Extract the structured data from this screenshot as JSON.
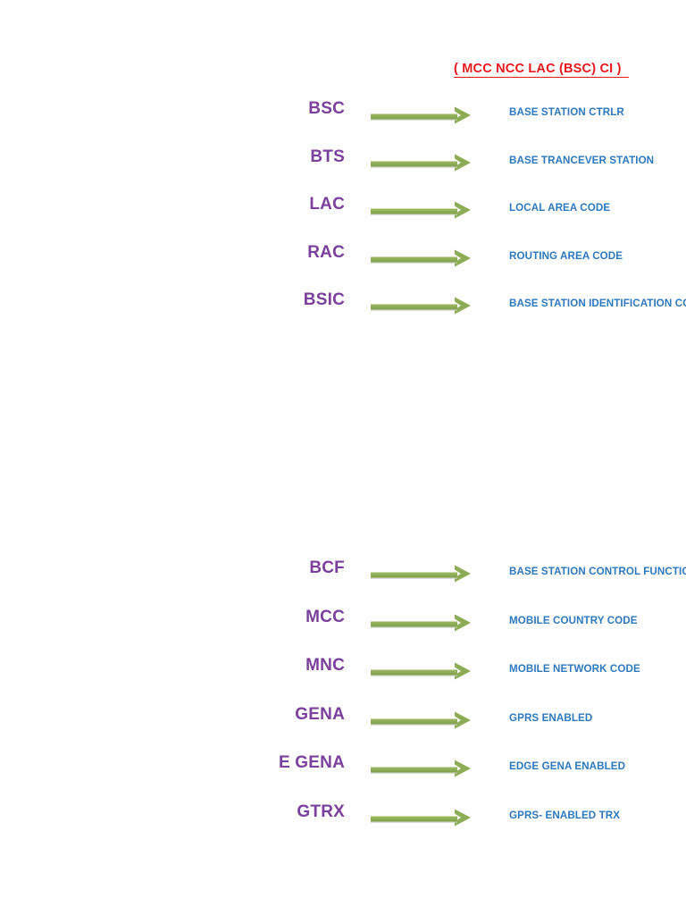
{
  "document": {
    "title": "( MCC NCC LAC (BSC) CI )",
    "colors": {
      "term": "#7B3F9C",
      "description": "#2E78BE",
      "header": "#E8171B",
      "arrow": "#8DAC55",
      "background": "#FFFFFF"
    }
  },
  "sections": [
    {
      "id": "top",
      "rows": [
        {
          "term": "BSC",
          "description": "BASE STATION CTRLR",
          "arrow_icon": "right-arrow-icon"
        },
        {
          "term": "BTS",
          "description": "BASE TRANCEVER STATION",
          "arrow_icon": "right-arrow-icon"
        },
        {
          "term": "LAC",
          "description": "LOCAL AREA CODE",
          "arrow_icon": "right-arrow-icon"
        },
        {
          "term": "RAC",
          "description": "ROUTING AREA CODE",
          "arrow_icon": "right-arrow-icon"
        },
        {
          "term": "BSIC",
          "description": "BASE STATION IDENTIFICATION CODE",
          "arrow_icon": "right-arrow-icon"
        }
      ]
    },
    {
      "id": "bottom",
      "rows": [
        {
          "term": "BCF",
          "description": "BASE STATION CONTROL FUNCTION",
          "arrow_icon": "right-arrow-icon"
        },
        {
          "term": "MCC",
          "description": "MOBILE COUNTRY CODE",
          "arrow_icon": "right-arrow-icon"
        },
        {
          "term": "MNC",
          "description": "MOBILE NETWORK CODE",
          "arrow_icon": "right-arrow-icon"
        },
        {
          "term": "GENA",
          "description": "GPRS ENABLED",
          "arrow_icon": "right-arrow-icon"
        },
        {
          "term": "E GENA",
          "description": "EDGE GENA ENABLED",
          "arrow_icon": "right-arrow-icon"
        },
        {
          "term": "GTRX",
          "description": "GPRS- ENABLED TRX",
          "arrow_icon": "right-arrow-icon"
        }
      ]
    }
  ]
}
